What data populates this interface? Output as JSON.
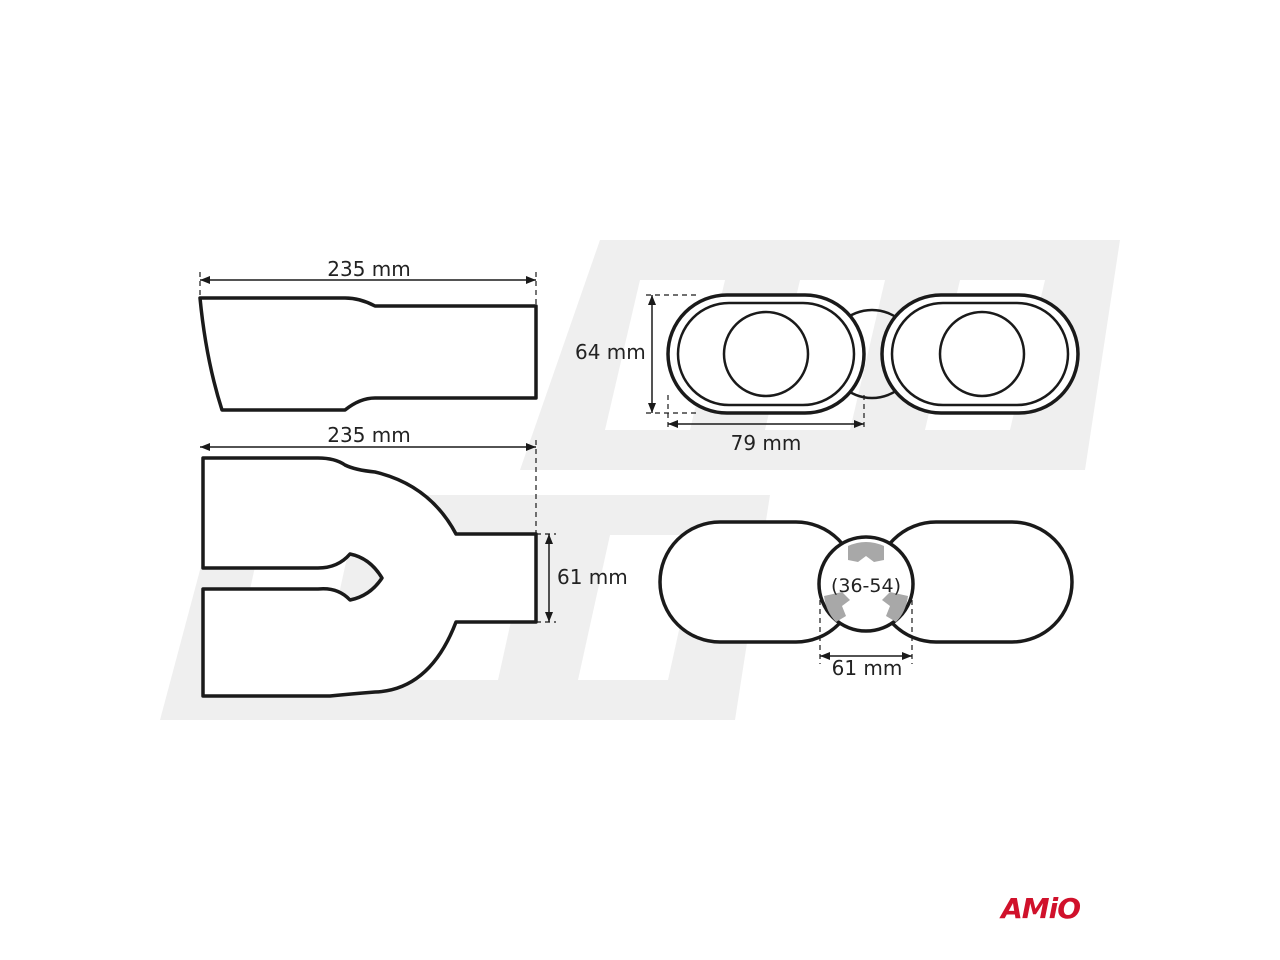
{
  "dimensions": {
    "side_length": "235 mm",
    "top_length": "235 mm",
    "inlet_diameter_side": "61 mm",
    "front_height": "64 mm",
    "front_width": "79 mm",
    "clamp_range": "(36-54)",
    "inlet_diameter_rear": "61 mm"
  },
  "brand": {
    "logo_text": "AMiO",
    "color": "#d0112b"
  },
  "colors": {
    "outline": "#1a1a1a",
    "watermark": "#efefef"
  }
}
